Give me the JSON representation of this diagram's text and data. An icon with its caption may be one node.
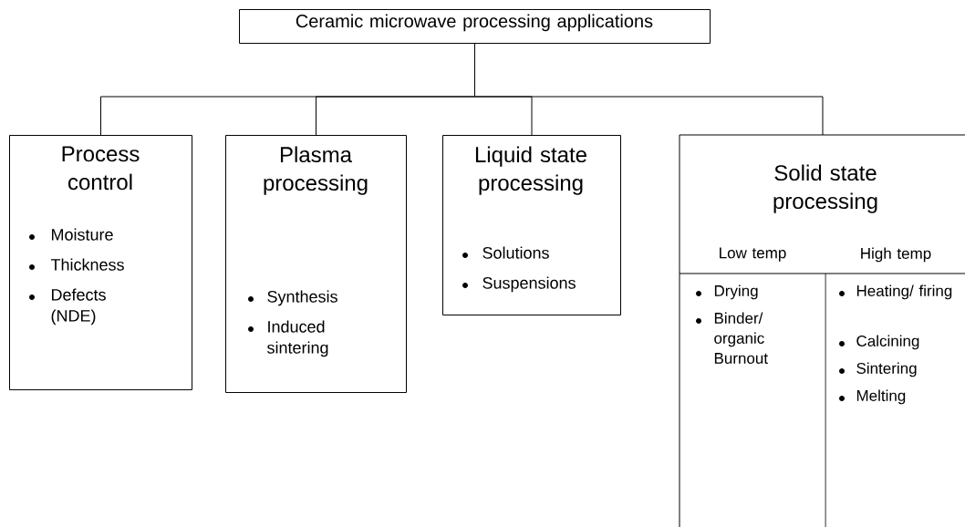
{
  "diagram": {
    "nodes": [
      {
        "text": [
          "Ceramic microwave processing applications"
        ]
      },
      {
        "text": [
          "Process control",
          "Moisture",
          "Thickness",
          "Defects (NDE)"
        ]
      },
      {
        "text": [
          "Plasma processing",
          "Synthesis",
          "Induced sintering"
        ]
      },
      {
        "text": [
          "Liquid state processing",
          "Solutions",
          "Suspensions"
        ]
      },
      {
        "text": [
          "Solid state processing"
        ]
      },
      {
        "text": [
          "Low temp",
          "Drying",
          "Binder/ organic Burnout"
        ],
        "in": 4
      },
      {
        "text": [
          "High temp",
          "Heating/ firing",
          "Calcining",
          "Sintering",
          "Melting"
        ],
        "in": 4
      }
    ],
    "edges": [
      {
        "from": 0,
        "to": 1,
        "arrow": "none"
      },
      {
        "from": 0,
        "to": 2,
        "arrow": "none"
      },
      {
        "from": 0,
        "to": 3,
        "arrow": "none"
      },
      {
        "from": 0,
        "to": 4,
        "arrow": "none"
      }
    ]
  }
}
